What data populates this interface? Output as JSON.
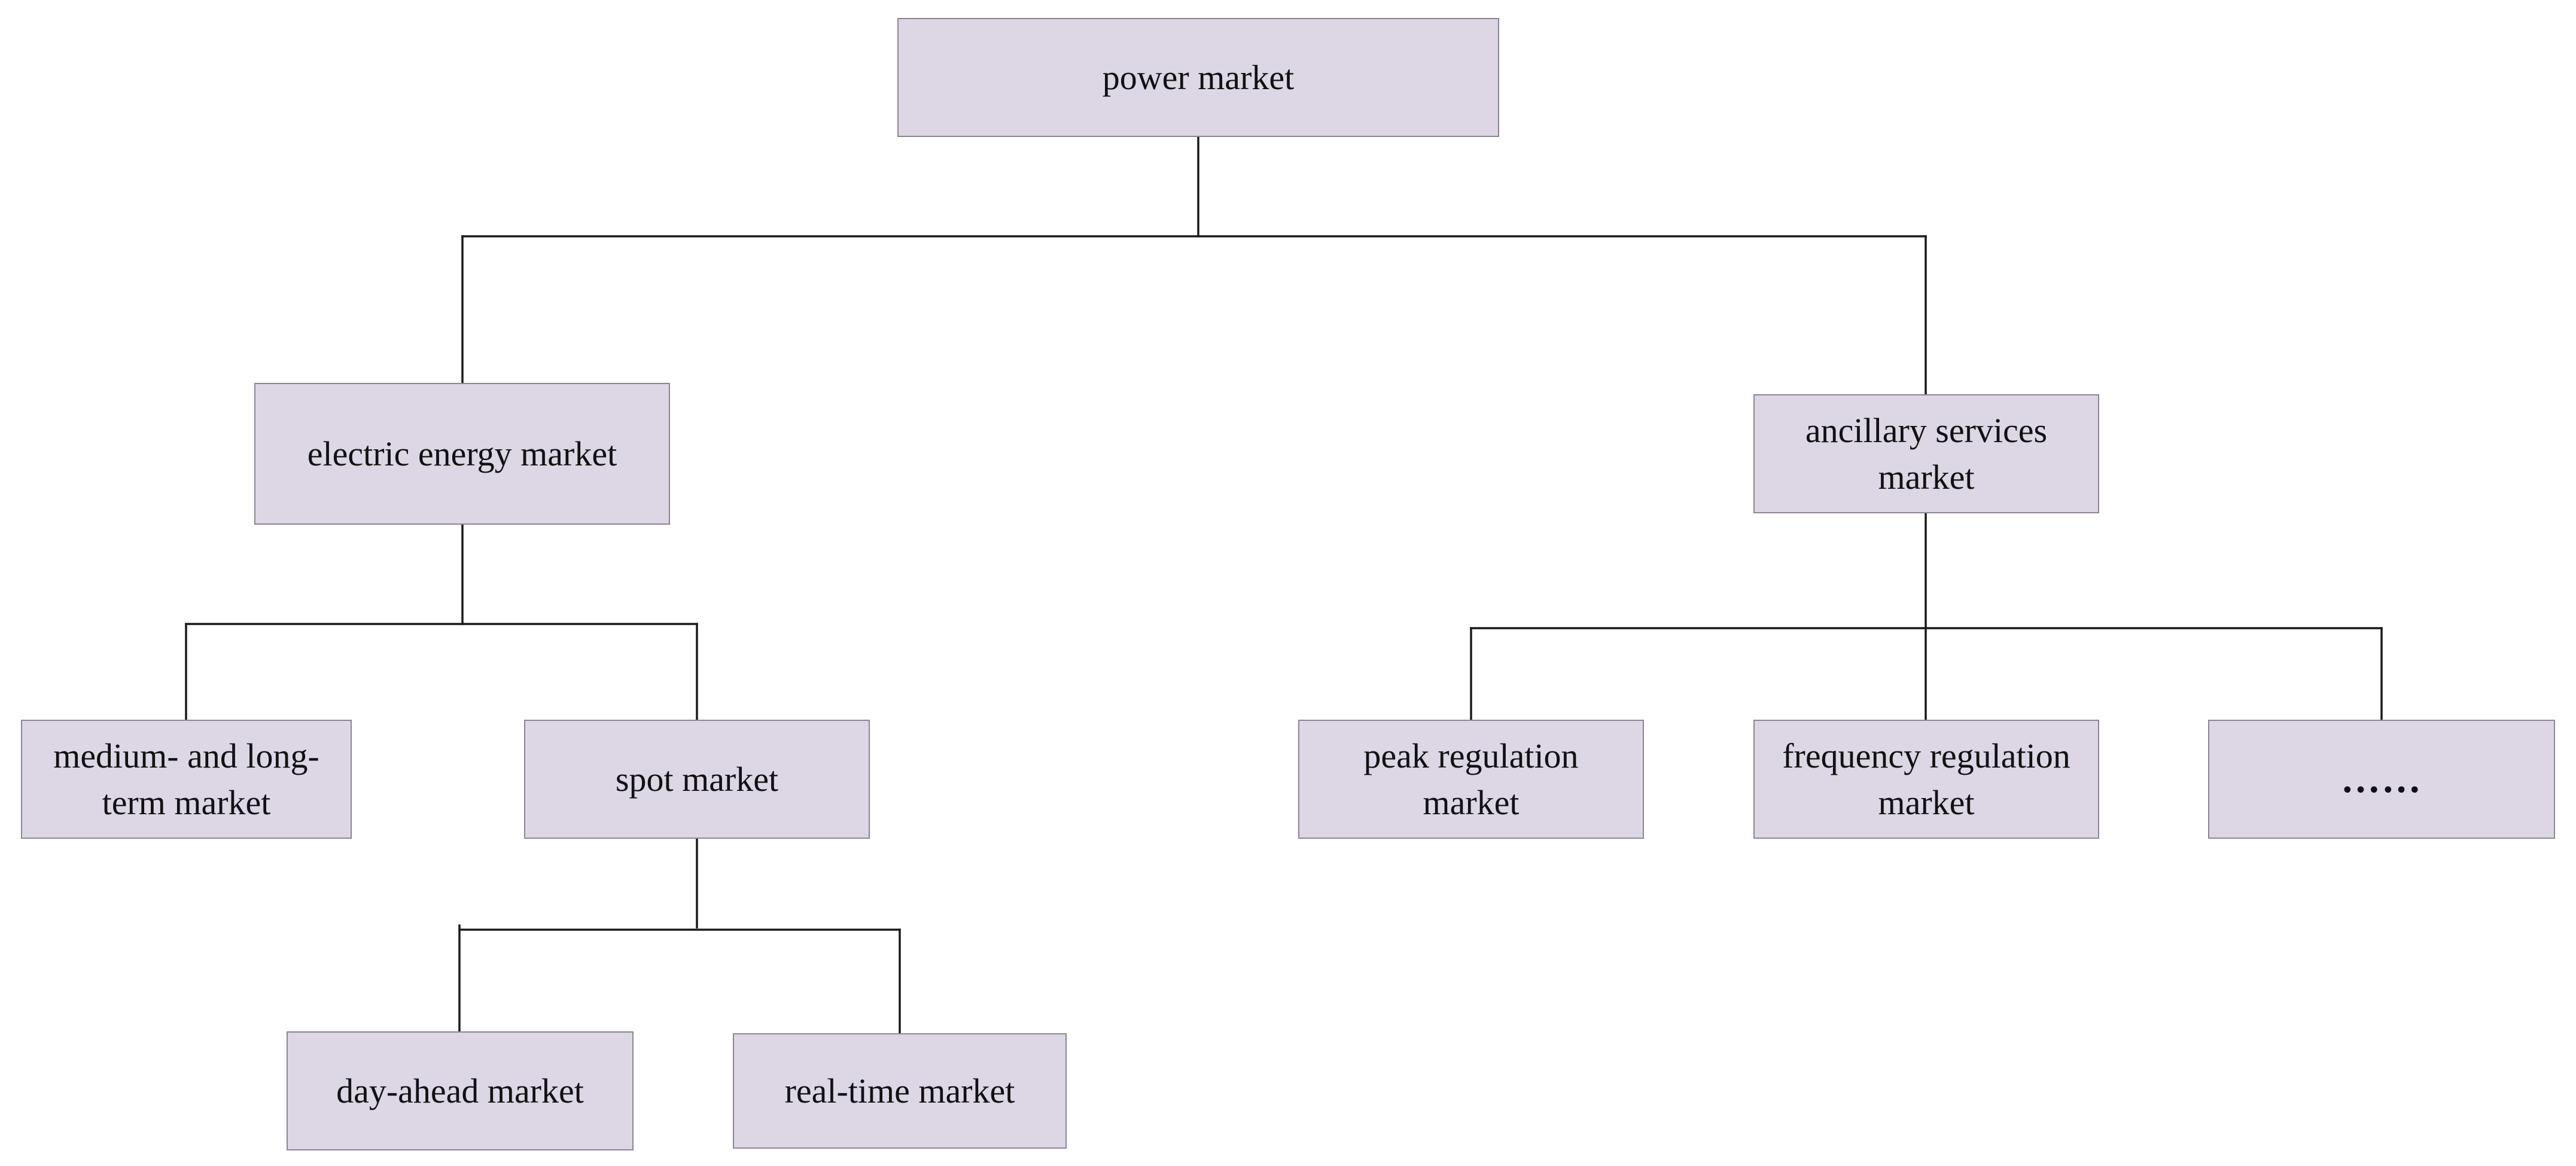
{
  "diagram": {
    "root": {
      "label": "power market"
    },
    "electric_energy": {
      "label": "electric energy market"
    },
    "ancillary": {
      "label": "ancillary services market"
    },
    "medium_long": {
      "label": "medium- and long-term market"
    },
    "spot": {
      "label": "spot market"
    },
    "peak": {
      "label": "peak regulation market"
    },
    "frequency": {
      "label": "frequency regulation market"
    },
    "ellipsis": {
      "label": "……"
    },
    "day_ahead": {
      "label": "day-ahead market"
    },
    "real_time": {
      "label": "real-time market"
    }
  },
  "colors": {
    "node_fill": "#dcd6e5",
    "node_border": "#8c8591",
    "connector": "#1a1a1a"
  }
}
